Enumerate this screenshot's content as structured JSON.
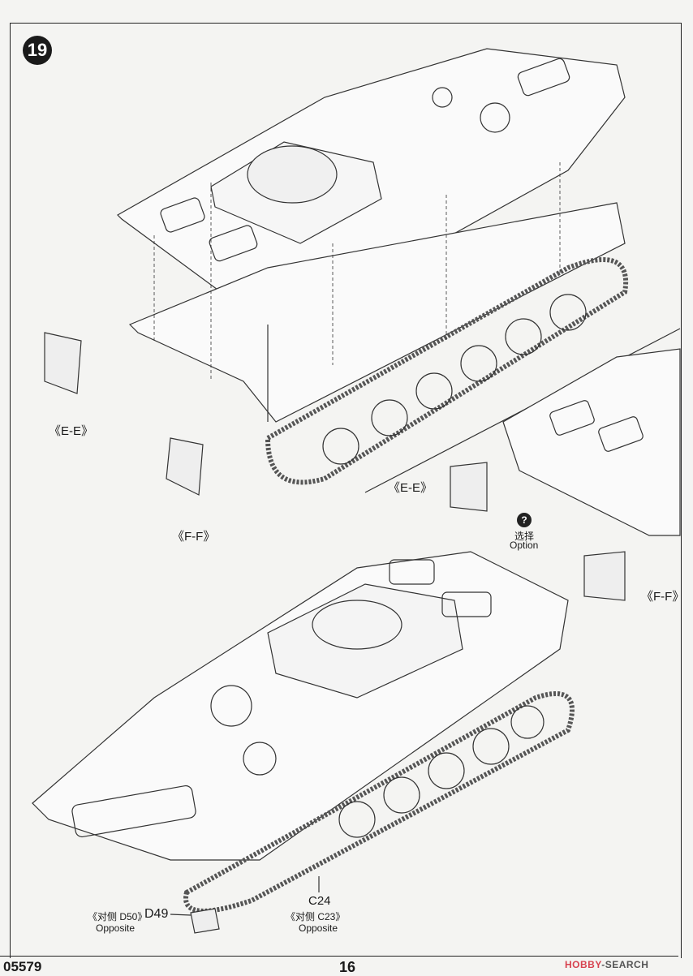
{
  "step": {
    "number": "19"
  },
  "labels": {
    "ee_main": "《E-E》",
    "ff_main": "《F-F》",
    "ee_inset": "《E-E》",
    "ff_inset": "《F-F》",
    "option_icon": "?",
    "option_cn": "选择",
    "option_en": "Option",
    "d50": "《对侧 D50》",
    "d49": "D49",
    "d_opposite": "Opposite",
    "c24": "C24",
    "c23": "《对侧 C23》",
    "c_opposite": "Opposite"
  },
  "footer": {
    "code": "05579",
    "page": "16",
    "watermark_hobby": "HOBBY",
    "watermark_search": "SEARCH"
  }
}
